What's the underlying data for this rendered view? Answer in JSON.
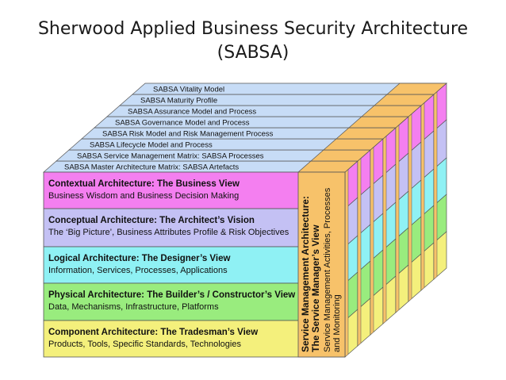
{
  "title": {
    "line1": "Sherwood Applied Business Security Architecture",
    "line2": "(SABSA)"
  },
  "stack": [
    "SABSA  Vitality Model",
    "SABSA  Maturity Profile",
    "SABSA Assurance Model and Process",
    "SABSA Governance Model and Process",
    "SABSA Risk Model and Risk Management Process",
    "SABSA Lifecycle Model and Process",
    "SABSA Service Management Matrix: SABSA Processes",
    "SABSA Master Architecture Matrix: SABSA Artefacts"
  ],
  "layers": [
    {
      "title": "Contextual Architecture: The Business View",
      "sub": "Business Wisdom and Business Decision Making",
      "color": "#f47ff0"
    },
    {
      "title": "Conceptual Architecture: The Architect’s Vision",
      "sub": "The ‘Big Picture’, Business Attributes Profile & Risk Objectives",
      "color": "#c4c1f4"
    },
    {
      "title": "Logical Architecture: The Designer’s View",
      "sub": "Information, Services, Processes, Applications",
      "color": "#8ff1f4"
    },
    {
      "title": "Physical Architecture: The Builder’s / Constructor’s View",
      "sub": "Data, Mechanisms, Infrastructure, Platforms",
      "color": "#99ec7e"
    },
    {
      "title": "Component Architecture: The Tradesman’s View",
      "sub": "Products, Tools, Specific Standards, Technologies",
      "color": "#f4f07c"
    }
  ],
  "service": {
    "line1": "Service Management Architecture:",
    "line2": "The Service Manager’s View",
    "line3": "Service Management Activities, Processes",
    "line4": "and Monitoring",
    "color": "#f7c26a"
  },
  "colors": {
    "top_face": "#c7dcf6",
    "stroke": "#555555"
  }
}
